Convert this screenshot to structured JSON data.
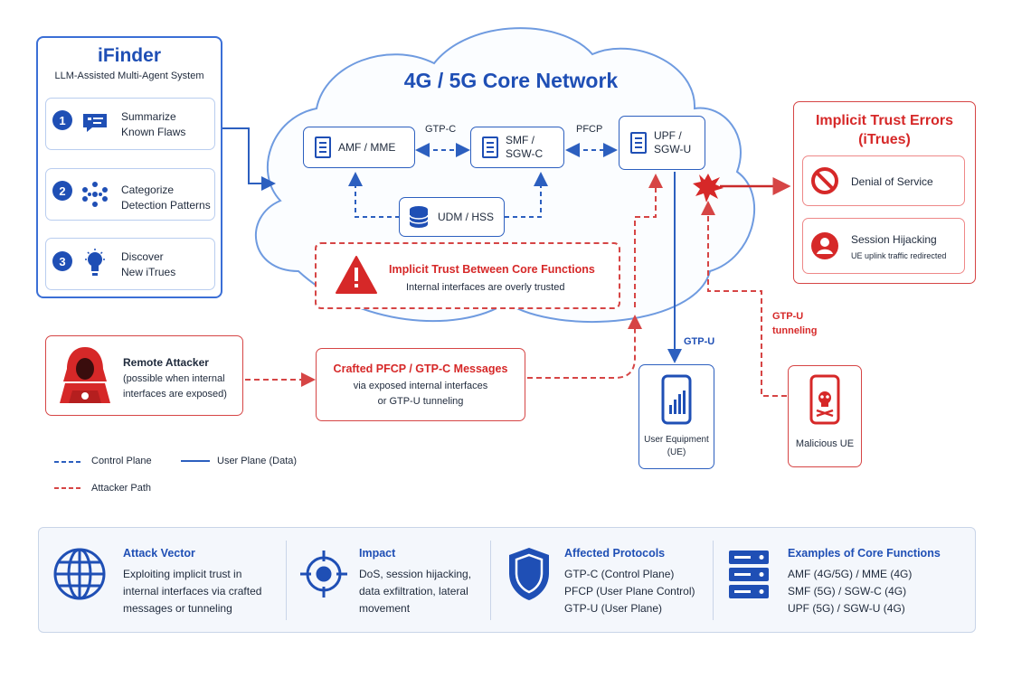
{
  "ifinder": {
    "title": "iFinder",
    "subtitle": "LLM-Assisted Multi-Agent System",
    "steps": [
      {
        "num": "1",
        "line1": "Summarize",
        "line2": "Known Flaws",
        "icon": "chat-list-icon"
      },
      {
        "num": "2",
        "line1": "Categorize",
        "line2": "Detection Patterns",
        "icon": "dots-cluster-icon"
      },
      {
        "num": "3",
        "line1": "Discover",
        "line2": "New iTrues",
        "icon": "lightbulb-icon"
      }
    ]
  },
  "core": {
    "title": "4G / 5G Core Network",
    "amf": "AMF / MME",
    "smf_l1": "SMF /",
    "smf_l2": "SGW-C",
    "upf_l1": "UPF /",
    "upf_l2": "SGW-U",
    "udm": "UDM / HSS",
    "gtpc": "GTP-C",
    "pfcp": "PFCP",
    "trust_title": "Implicit Trust Between Core Functions",
    "trust_sub": "Internal interfaces are overly trusted"
  },
  "errors": {
    "title_l1": "Implicit Trust Errors",
    "title_l2": "(iTrues)",
    "dos": "Denial of Service",
    "hijack_title": "Session Hijacking",
    "hijack_sub": "UE uplink traffic redirected"
  },
  "attacker": {
    "title": "Remote Attacker",
    "line1": "(possible when internal",
    "line2": "interfaces are exposed)"
  },
  "crafted": {
    "title": "Crafted PFCP / GTP-C Messages",
    "line1": "via exposed internal interfaces",
    "line2": "or GTP-U tunneling"
  },
  "ue": {
    "line1": "User Equipment",
    "line2": "(UE)",
    "link": "GTP-U"
  },
  "mal_ue": {
    "label": "Malicious UE",
    "link_l1": "GTP-U",
    "link_l2": "tunneling"
  },
  "legend": {
    "control": "Control Plane",
    "user": "User Plane (Data)",
    "attacker": "Attacker Path"
  },
  "bottom": [
    {
      "title": "Attack Vector",
      "lines": [
        "Exploiting implicit trust in",
        "internal interfaces via crafted",
        "messages or tunneling"
      ],
      "icon": "globe-icon"
    },
    {
      "title": "Impact",
      "lines": [
        "DoS, session hijacking,",
        "data exfiltration, lateral",
        "movement"
      ],
      "icon": "target-icon"
    },
    {
      "title": "Affected Protocols",
      "lines": [
        "GTP-C (Control Plane)",
        "PFCP (User Plane Control)",
        "GTP-U (User Plane)"
      ],
      "icon": "shield-icon"
    },
    {
      "title": "Examples of Core Functions",
      "lines": [
        "AMF (4G/5G) / MME (4G)",
        "SMF (5G) / SGW-C (4G)",
        "UPF (5G) / SGW-U (4G)"
      ],
      "icon": "server-icon"
    }
  ],
  "colors": {
    "blue": "#1f4fb5",
    "red": "#d64545",
    "panel": "#f4f7fc"
  }
}
